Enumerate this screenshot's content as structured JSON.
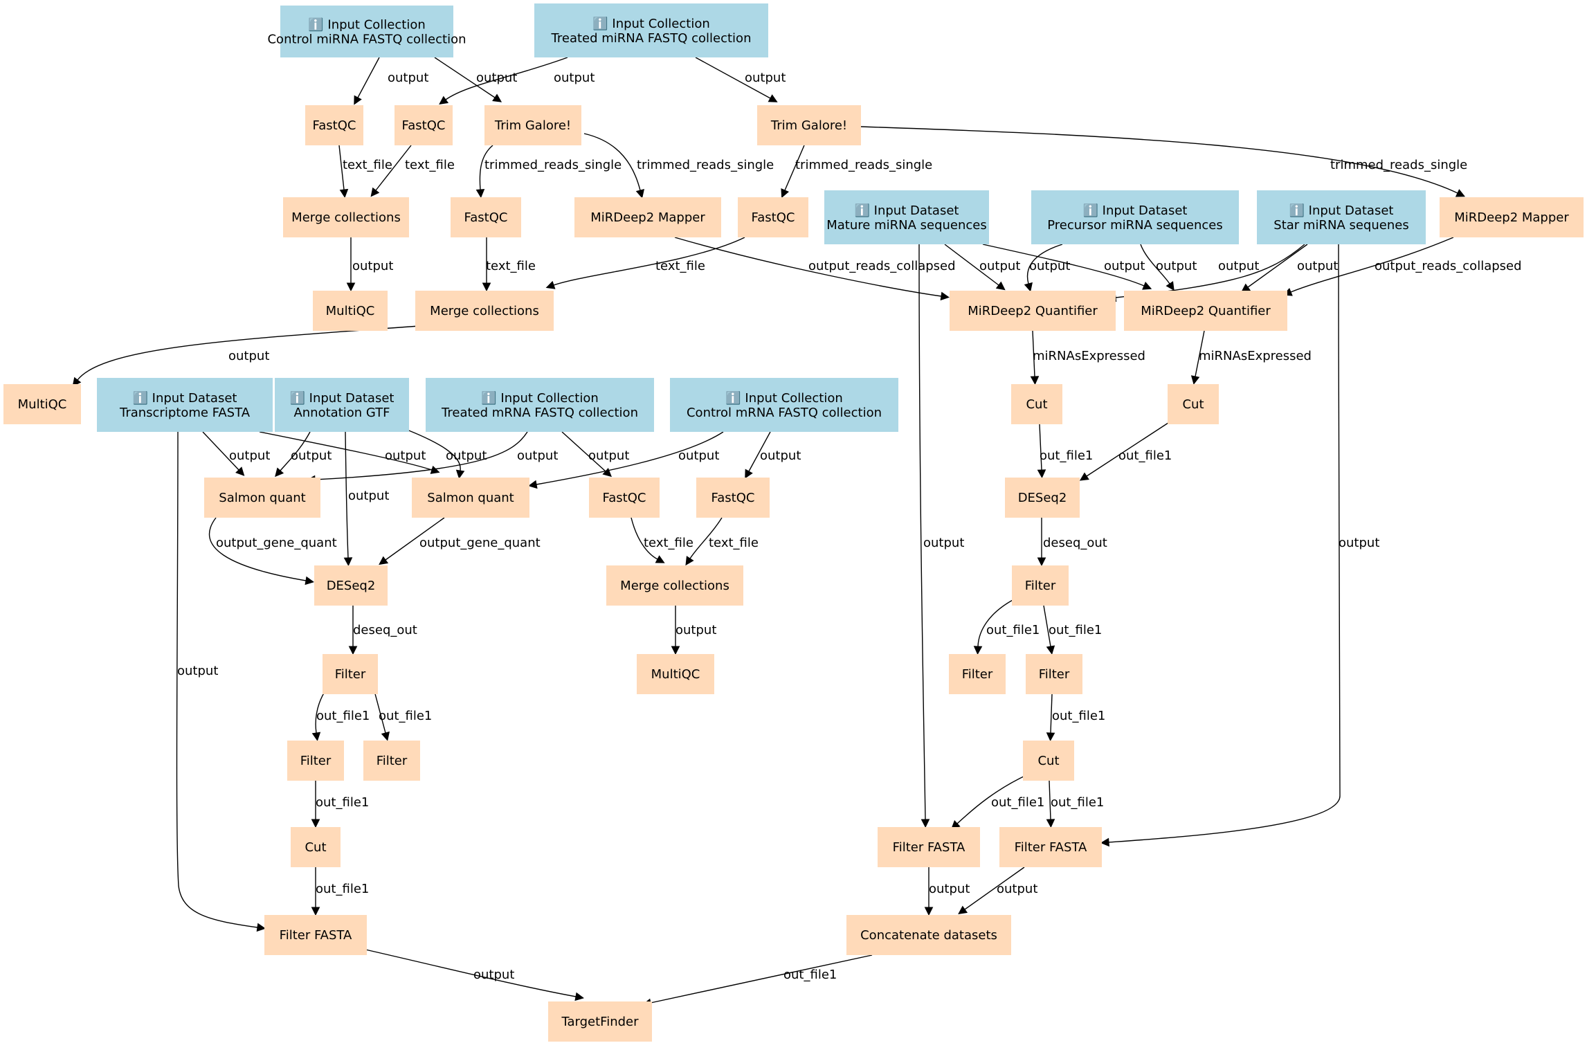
{
  "colors": {
    "input": "#add8e6",
    "tool": "#ffdab9",
    "edge": "#000000"
  },
  "input_icon": "info-icon",
  "nodes": [
    {
      "id": "in_ctrl_mirna",
      "kind": "input",
      "title": "ℹ️ Input Collection",
      "subtitle": "Control miRNA FASTQ collection"
    },
    {
      "id": "in_treat_mirna",
      "kind": "input",
      "title": "ℹ️ Input Collection",
      "subtitle": "Treated miRNA FASTQ collection"
    },
    {
      "id": "fastqc_1",
      "kind": "tool",
      "title": "FastQC"
    },
    {
      "id": "fastqc_2",
      "kind": "tool",
      "title": "FastQC"
    },
    {
      "id": "trim_1",
      "kind": "tool",
      "title": "Trim Galore!"
    },
    {
      "id": "trim_2",
      "kind": "tool",
      "title": "Trim Galore!"
    },
    {
      "id": "merge_1",
      "kind": "tool",
      "title": "Merge collections"
    },
    {
      "id": "fastqc_3",
      "kind": "tool",
      "title": "FastQC"
    },
    {
      "id": "mapper_1",
      "kind": "tool",
      "title": "MiRDeep2 Mapper"
    },
    {
      "id": "fastqc_4",
      "kind": "tool",
      "title": "FastQC"
    },
    {
      "id": "in_mature",
      "kind": "input",
      "title": "ℹ️ Input Dataset",
      "subtitle": "Mature miRNA sequences"
    },
    {
      "id": "in_precursor",
      "kind": "input",
      "title": "ℹ️ Input Dataset",
      "subtitle": "Precursor miRNA sequences"
    },
    {
      "id": "in_star",
      "kind": "input",
      "title": "ℹ️ Input Dataset",
      "subtitle": "Star miRNA sequenes"
    },
    {
      "id": "mapper_2",
      "kind": "tool",
      "title": "MiRDeep2 Mapper"
    },
    {
      "id": "multiqc_1",
      "kind": "tool",
      "title": "MultiQC"
    },
    {
      "id": "merge_2",
      "kind": "tool",
      "title": "Merge collections"
    },
    {
      "id": "quant_1",
      "kind": "tool",
      "title": "MiRDeep2 Quantifier"
    },
    {
      "id": "quant_2",
      "kind": "tool",
      "title": "MiRDeep2 Quantifier"
    },
    {
      "id": "multiqc_2",
      "kind": "tool",
      "title": "MultiQC"
    },
    {
      "id": "in_transcriptome",
      "kind": "input",
      "title": "ℹ️ Input Dataset",
      "subtitle": "Transcriptome FASTA"
    },
    {
      "id": "in_gtf",
      "kind": "input",
      "title": "ℹ️ Input Dataset",
      "subtitle": "Annotation GTF"
    },
    {
      "id": "in_treat_mrna",
      "kind": "input",
      "title": "ℹ️ Input Collection",
      "subtitle": "Treated mRNA FASTQ collection"
    },
    {
      "id": "in_ctrl_mrna",
      "kind": "input",
      "title": "ℹ️ Input Collection",
      "subtitle": "Control mRNA FASTQ collection"
    },
    {
      "id": "cut_1",
      "kind": "tool",
      "title": "Cut"
    },
    {
      "id": "cut_2",
      "kind": "tool",
      "title": "Cut"
    },
    {
      "id": "salmon_1",
      "kind": "tool",
      "title": "Salmon quant"
    },
    {
      "id": "salmon_2",
      "kind": "tool",
      "title": "Salmon quant"
    },
    {
      "id": "fastqc_5",
      "kind": "tool",
      "title": "FastQC"
    },
    {
      "id": "fastqc_6",
      "kind": "tool",
      "title": "FastQC"
    },
    {
      "id": "deseq_mirna",
      "kind": "tool",
      "title": "DESeq2"
    },
    {
      "id": "deseq_mrna",
      "kind": "tool",
      "title": "DESeq2"
    },
    {
      "id": "merge_3",
      "kind": "tool",
      "title": "Merge collections"
    },
    {
      "id": "filter_r1",
      "kind": "tool",
      "title": "Filter"
    },
    {
      "id": "filter_l1",
      "kind": "tool",
      "title": "Filter"
    },
    {
      "id": "multiqc_3",
      "kind": "tool",
      "title": "MultiQC"
    },
    {
      "id": "filter_r2",
      "kind": "tool",
      "title": "Filter"
    },
    {
      "id": "filter_r3",
      "kind": "tool",
      "title": "Filter"
    },
    {
      "id": "filter_l2",
      "kind": "tool",
      "title": "Filter"
    },
    {
      "id": "filter_l3",
      "kind": "tool",
      "title": "Filter"
    },
    {
      "id": "cut_r",
      "kind": "tool",
      "title": "Cut"
    },
    {
      "id": "cut_l",
      "kind": "tool",
      "title": "Cut"
    },
    {
      "id": "ffasta_1",
      "kind": "tool",
      "title": "Filter FASTA"
    },
    {
      "id": "ffasta_2",
      "kind": "tool",
      "title": "Filter FASTA"
    },
    {
      "id": "ffasta_3",
      "kind": "tool",
      "title": "Filter FASTA"
    },
    {
      "id": "concat",
      "kind": "tool",
      "title": "Concatenate datasets"
    },
    {
      "id": "targetfinder",
      "kind": "tool",
      "title": "TargetFinder"
    }
  ],
  "edges": [
    {
      "from": "in_ctrl_mirna",
      "to": "fastqc_1",
      "label": "output"
    },
    {
      "from": "in_ctrl_mirna",
      "to": "trim_1",
      "label": "output"
    },
    {
      "from": "in_treat_mirna",
      "to": "fastqc_2",
      "label": "output"
    },
    {
      "from": "in_treat_mirna",
      "to": "trim_2",
      "label": "output"
    },
    {
      "from": "fastqc_1",
      "to": "merge_1",
      "label": "text_file"
    },
    {
      "from": "fastqc_2",
      "to": "merge_1",
      "label": "text_file"
    },
    {
      "from": "trim_1",
      "to": "fastqc_3",
      "label": "trimmed_reads_single"
    },
    {
      "from": "trim_1",
      "to": "mapper_1",
      "label": "trimmed_reads_single"
    },
    {
      "from": "trim_2",
      "to": "fastqc_4",
      "label": "trimmed_reads_single"
    },
    {
      "from": "trim_2",
      "to": "mapper_2",
      "label": "trimmed_reads_single"
    },
    {
      "from": "merge_1",
      "to": "multiqc_1",
      "label": "output"
    },
    {
      "from": "fastqc_3",
      "to": "merge_2",
      "label": "text_file"
    },
    {
      "from": "fastqc_4",
      "to": "merge_2",
      "label": "text_file"
    },
    {
      "from": "mapper_1",
      "to": "quant_1",
      "label": "output_reads_collapsed"
    },
    {
      "from": "in_mature",
      "to": "quant_1",
      "label": "output"
    },
    {
      "from": "in_mature",
      "to": "quant_2",
      "label": "output"
    },
    {
      "from": "in_mature",
      "to": "ffasta_1",
      "label": "output"
    },
    {
      "from": "in_precursor",
      "to": "quant_1",
      "label": "output"
    },
    {
      "from": "in_precursor",
      "to": "quant_2",
      "label": "output"
    },
    {
      "from": "in_star",
      "to": "quant_1",
      "label": "output"
    },
    {
      "from": "in_star",
      "to": "quant_2",
      "label": "output"
    },
    {
      "from": "in_star",
      "to": "ffasta_2",
      "label": "output"
    },
    {
      "from": "mapper_2",
      "to": "quant_2",
      "label": "output_reads_collapsed"
    },
    {
      "from": "merge_2",
      "to": "multiqc_2",
      "label": "output"
    },
    {
      "from": "quant_1",
      "to": "cut_1",
      "label": "miRNAsExpressed"
    },
    {
      "from": "quant_2",
      "to": "cut_2",
      "label": "miRNAsExpressed"
    },
    {
      "from": "in_transcriptome",
      "to": "salmon_1",
      "label": "output"
    },
    {
      "from": "in_transcriptome",
      "to": "salmon_2",
      "label": "output"
    },
    {
      "from": "in_transcriptome",
      "to": "ffasta_3",
      "label": "output"
    },
    {
      "from": "in_gtf",
      "to": "salmon_1",
      "label": "output"
    },
    {
      "from": "in_gtf",
      "to": "salmon_2",
      "label": "output"
    },
    {
      "from": "in_gtf",
      "to": "deseq_mrna",
      "label": "output"
    },
    {
      "from": "in_treat_mrna",
      "to": "salmon_1",
      "label": "output"
    },
    {
      "from": "in_treat_mrna",
      "to": "fastqc_5",
      "label": "output"
    },
    {
      "from": "in_ctrl_mrna",
      "to": "salmon_2",
      "label": "output"
    },
    {
      "from": "in_ctrl_mrna",
      "to": "fastqc_6",
      "label": "output"
    },
    {
      "from": "cut_1",
      "to": "deseq_mirna",
      "label": "out_file1"
    },
    {
      "from": "cut_2",
      "to": "deseq_mirna",
      "label": "out_file1"
    },
    {
      "from": "salmon_1",
      "to": "deseq_mrna",
      "label": "output_gene_quant"
    },
    {
      "from": "salmon_2",
      "to": "deseq_mrna",
      "label": "output_gene_quant"
    },
    {
      "from": "fastqc_5",
      "to": "merge_3",
      "label": "text_file"
    },
    {
      "from": "fastqc_6",
      "to": "merge_3",
      "label": "text_file"
    },
    {
      "from": "deseq_mirna",
      "to": "filter_r1",
      "label": "deseq_out"
    },
    {
      "from": "deseq_mrna",
      "to": "filter_l1",
      "label": "deseq_out"
    },
    {
      "from": "merge_3",
      "to": "multiqc_3",
      "label": "output"
    },
    {
      "from": "filter_r1",
      "to": "filter_r2",
      "label": "out_file1"
    },
    {
      "from": "filter_r1",
      "to": "filter_r3",
      "label": "out_file1"
    },
    {
      "from": "filter_l1",
      "to": "filter_l2",
      "label": "out_file1"
    },
    {
      "from": "filter_l1",
      "to": "filter_l3",
      "label": "out_file1"
    },
    {
      "from": "filter_r3",
      "to": "cut_r",
      "label": "out_file1"
    },
    {
      "from": "filter_l2",
      "to": "cut_l",
      "label": "out_file1"
    },
    {
      "from": "cut_r",
      "to": "ffasta_1",
      "label": "out_file1"
    },
    {
      "from": "cut_r",
      "to": "ffasta_2",
      "label": "out_file1"
    },
    {
      "from": "cut_l",
      "to": "ffasta_3",
      "label": "out_file1"
    },
    {
      "from": "ffasta_1",
      "to": "concat",
      "label": "output"
    },
    {
      "from": "ffasta_2",
      "to": "concat",
      "label": "output"
    },
    {
      "from": "ffasta_3",
      "to": "targetfinder",
      "label": "output"
    },
    {
      "from": "concat",
      "to": "targetfinder",
      "label": "out_file1"
    }
  ]
}
